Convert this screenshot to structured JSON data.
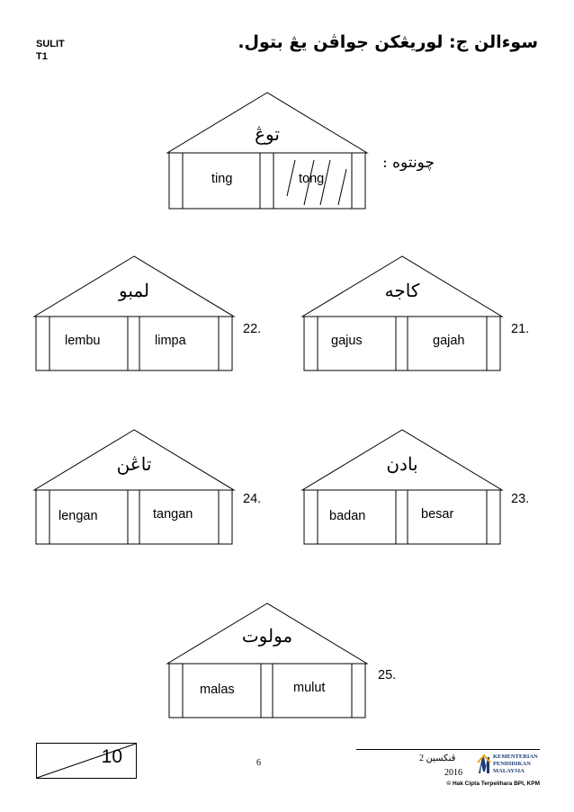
{
  "header": {
    "sulit": "SULIT",
    "code": "T1",
    "instruction": "سوءالن ج: لوريڠكن جواڤن يڠ بتول."
  },
  "example": {
    "label": "چونتوه :",
    "jawi": "توڠ",
    "left_word": "ting",
    "right_word": "tong"
  },
  "questions": [
    {
      "num": "21.",
      "jawi": "كاجه",
      "left_word": "gajus",
      "right_word": "gajah"
    },
    {
      "num": "22.",
      "jawi": "لمبو",
      "left_word": "lembu",
      "right_word": "limpa"
    },
    {
      "num": "23.",
      "jawi": "بادن",
      "left_word": "badan",
      "right_word": "besar"
    },
    {
      "num": "24.",
      "jawi": "تاڠن",
      "left_word": "lengan",
      "right_word": "tangan"
    },
    {
      "num": "25.",
      "jawi": "مولوت",
      "left_word": "malas",
      "right_word": "mulut"
    }
  ],
  "footer": {
    "page_number": "6",
    "score": "10",
    "subject": "ڤنكسين 2",
    "year": "2016",
    "copyright": "© Hak Cipta Terpelihara BPI, KPM",
    "logo_text": [
      "KEMENTERIAN",
      "PENDIDIKAN",
      "MALAYSIA"
    ]
  }
}
